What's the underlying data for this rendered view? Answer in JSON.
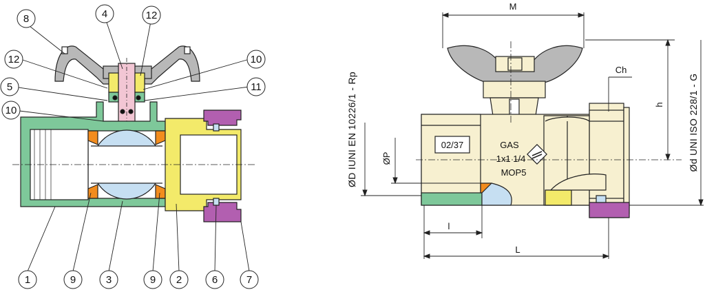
{
  "callouts": {
    "c8": "8",
    "c4": "4",
    "c12top": "12",
    "c12left": "12",
    "c10right": "10",
    "c5": "5",
    "c11": "11",
    "c10left": "10",
    "c1": "1",
    "c9a": "9",
    "c3": "3",
    "c9b": "9",
    "c2": "2",
    "c6": "6",
    "c7": "7"
  },
  "side_view": {
    "dim_M": "M",
    "dim_h": "h",
    "dim_L": "L",
    "dim_l": "l",
    "dim_P": "ØP",
    "dim_Ch": "Ch",
    "label_left": "ØD IUNI EN 10226/1 - Rp",
    "label_right": "Ød UNI ISO 228/1 - G",
    "marking_code": "02/37",
    "marking_gas": "GAS",
    "marking_size": "1x1 1/4",
    "marking_mop": "MOP5"
  },
  "colors": {
    "body_green": "#7ec89a",
    "stem_pink": "#f2c6d4",
    "ring_orange": "#f28c1e",
    "ball_blue": "#c6dff2",
    "tail_yellow": "#f3ea6a",
    "nut_purple": "#b25fb0",
    "handle_gray": "#b8b8b8",
    "brass": "#f7f0d0"
  }
}
